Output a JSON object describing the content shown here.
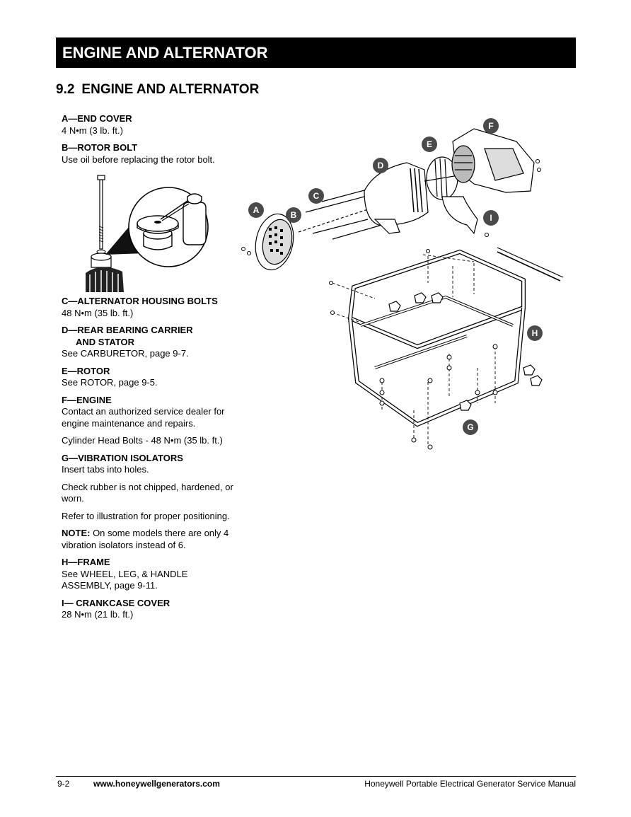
{
  "header": {
    "title": "ENGINE AND ALTERNATOR"
  },
  "section": {
    "number": "9.2",
    "title": "ENGINE AND ALTERNATOR"
  },
  "items": {
    "a": {
      "label": "A—END COVER",
      "lines": [
        "4 N•m (3 lb. ft.)"
      ]
    },
    "b": {
      "label": "B—ROTOR BOLT",
      "lines": [
        "Use oil before replacing the rotor bolt."
      ]
    },
    "c": {
      "label": "C—ALTERNATOR HOUSING BOLTS",
      "lines": [
        "48 N•m (35 lb. ft.)"
      ]
    },
    "d": {
      "label_line1": "D—REAR BEARING CARRIER",
      "label_line2": "AND STATOR",
      "lines": [
        "See CARBURETOR, page 9-7."
      ]
    },
    "e": {
      "label": "E—ROTOR",
      "lines": [
        "See ROTOR, page 9-5."
      ]
    },
    "f": {
      "label": "F—ENGINE",
      "lines": [
        "Contact an authorized service dealer for engine maintenance and repairs.",
        "Cylinder Head Bolts - 48 N•m (35 lb. ft.)"
      ]
    },
    "g": {
      "label": "G—VIBRATION ISOLATORS",
      "lines": [
        "Insert tabs into holes.",
        "Check rubber is not chipped, hardened, or worn.",
        "Refer to illustration for proper positioning."
      ],
      "note_label": "NOTE:",
      "note_text": " On some models there are only 4 vibration isolators instead of 6."
    },
    "h": {
      "label": "H—FRAME",
      "lines": [
        "See WHEEL, LEG, & HANDLE ASSEMBLY, page 9-11."
      ]
    },
    "i": {
      "label": "I— CRANKCASE COVER",
      "lines": [
        "28 N•m (21 lb. ft.)"
      ]
    }
  },
  "callouts": {
    "a": "A",
    "b": "B",
    "c": "C",
    "d": "D",
    "e": "E",
    "f": "F",
    "g": "G",
    "h": "H",
    "i": "I"
  },
  "footer": {
    "page": "9-2",
    "url": "www.honeywellgenerators.com",
    "title": "Honeywell Portable Electrical Generator Service Manual"
  }
}
